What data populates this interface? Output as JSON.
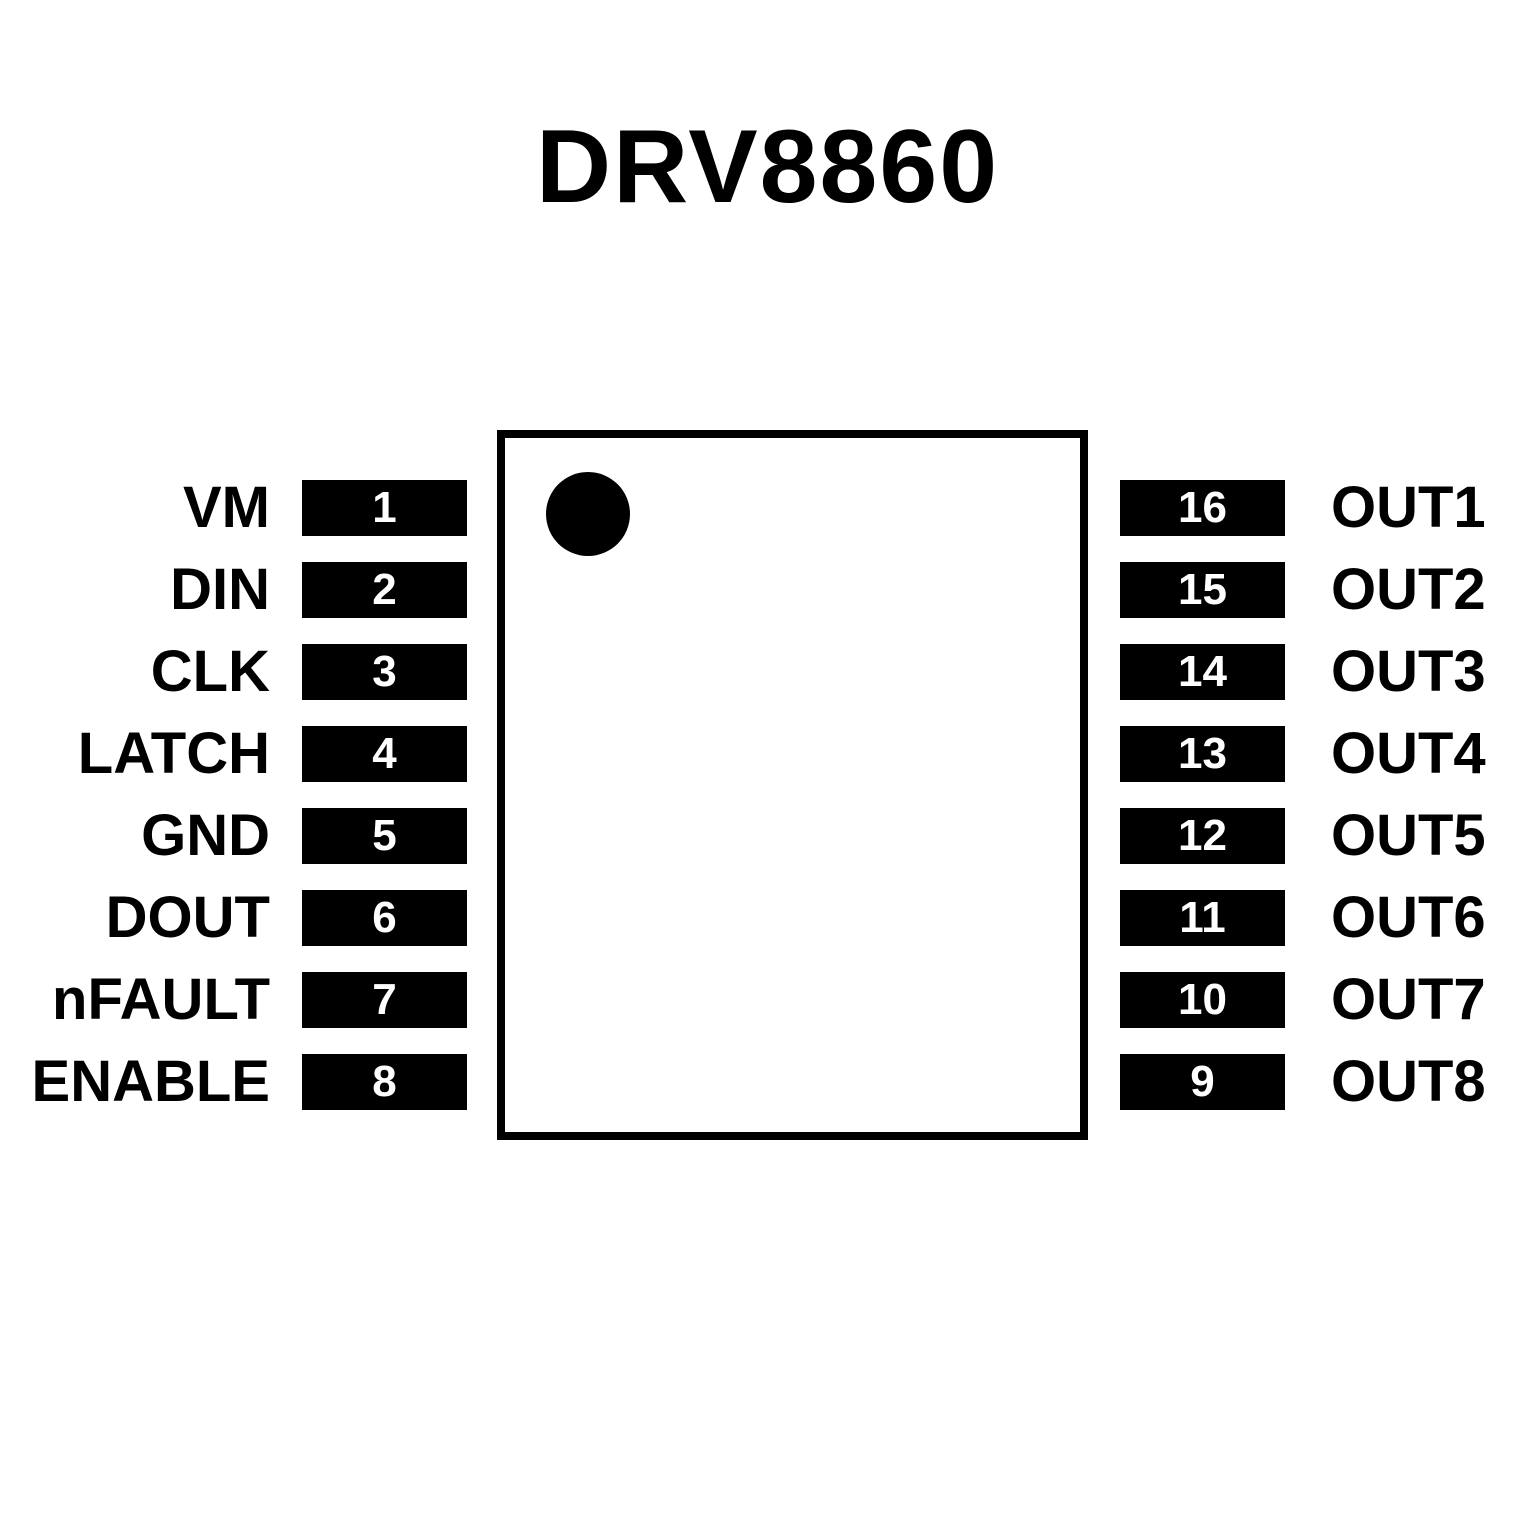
{
  "title": "DRV8860",
  "colors": {
    "background": "#ffffff",
    "pin_fill": "#000000",
    "pin_number_text": "#ffffff",
    "label_text": "#000000",
    "chip_border": "#000000",
    "chip_fill": "#ffffff",
    "pin1_marker": "#000000"
  },
  "chip": {
    "pin1_marker": "filled-circle-top-left"
  },
  "pins": {
    "left": [
      {
        "number": "1",
        "label": "VM"
      },
      {
        "number": "2",
        "label": "DIN"
      },
      {
        "number": "3",
        "label": "CLK"
      },
      {
        "number": "4",
        "label": "LATCH"
      },
      {
        "number": "5",
        "label": "GND"
      },
      {
        "number": "6",
        "label": "DOUT"
      },
      {
        "number": "7",
        "label": "nFAULT"
      },
      {
        "number": "8",
        "label": "ENABLE"
      }
    ],
    "right": [
      {
        "number": "16",
        "label": "OUT1"
      },
      {
        "number": "15",
        "label": "OUT2"
      },
      {
        "number": "14",
        "label": "OUT3"
      },
      {
        "number": "13",
        "label": "OUT4"
      },
      {
        "number": "12",
        "label": "OUT5"
      },
      {
        "number": "11",
        "label": "OUT6"
      },
      {
        "number": "10",
        "label": "OUT7"
      },
      {
        "number": "9",
        "label": "OUT8"
      }
    ]
  }
}
